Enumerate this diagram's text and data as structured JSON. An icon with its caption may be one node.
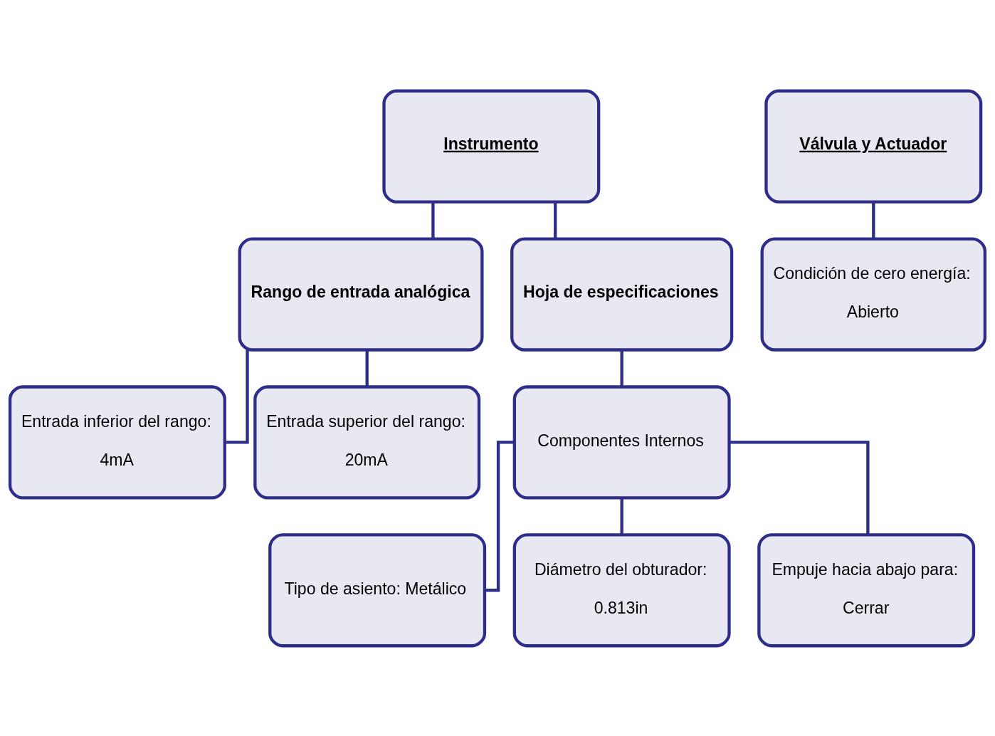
{
  "diagram": {
    "nodes": [
      {
        "text": [
          "Instrumento"
        ]
      },
      {
        "text": [
          "Válvula y Actuador"
        ]
      },
      {
        "text": [
          "Rango de entrada analógica"
        ]
      },
      {
        "text": [
          "Hoja de especificaciones"
        ]
      },
      {
        "text": [
          "Condición de cero energía:",
          "Abierto"
        ]
      },
      {
        "text": [
          "Entrada inferior del rango:",
          "4mA"
        ]
      },
      {
        "text": [
          "Entrada superior del rango:",
          "20mA"
        ]
      },
      {
        "text": [
          "Componentes Internos"
        ]
      },
      {
        "text": [
          "Tipo de asiento: Metálico"
        ]
      },
      {
        "text": [
          "Diámetro del obturador:",
          "0.813in"
        ]
      },
      {
        "text": [
          "Empuje hacia abajo para:",
          "Cerrar"
        ]
      }
    ],
    "edges": [
      {
        "from": 0,
        "to": 2,
        "arrow": "none"
      },
      {
        "from": 0,
        "to": 3,
        "arrow": "none"
      },
      {
        "from": 1,
        "to": 4,
        "arrow": "none"
      },
      {
        "from": 2,
        "to": 5,
        "arrow": "none"
      },
      {
        "from": 2,
        "to": 6,
        "arrow": "none"
      },
      {
        "from": 3,
        "to": 7,
        "arrow": "none"
      },
      {
        "from": 7,
        "to": 8,
        "arrow": "none"
      },
      {
        "from": 7,
        "to": 9,
        "arrow": "none"
      },
      {
        "from": 7,
        "to": 10,
        "arrow": "none"
      }
    ]
  }
}
